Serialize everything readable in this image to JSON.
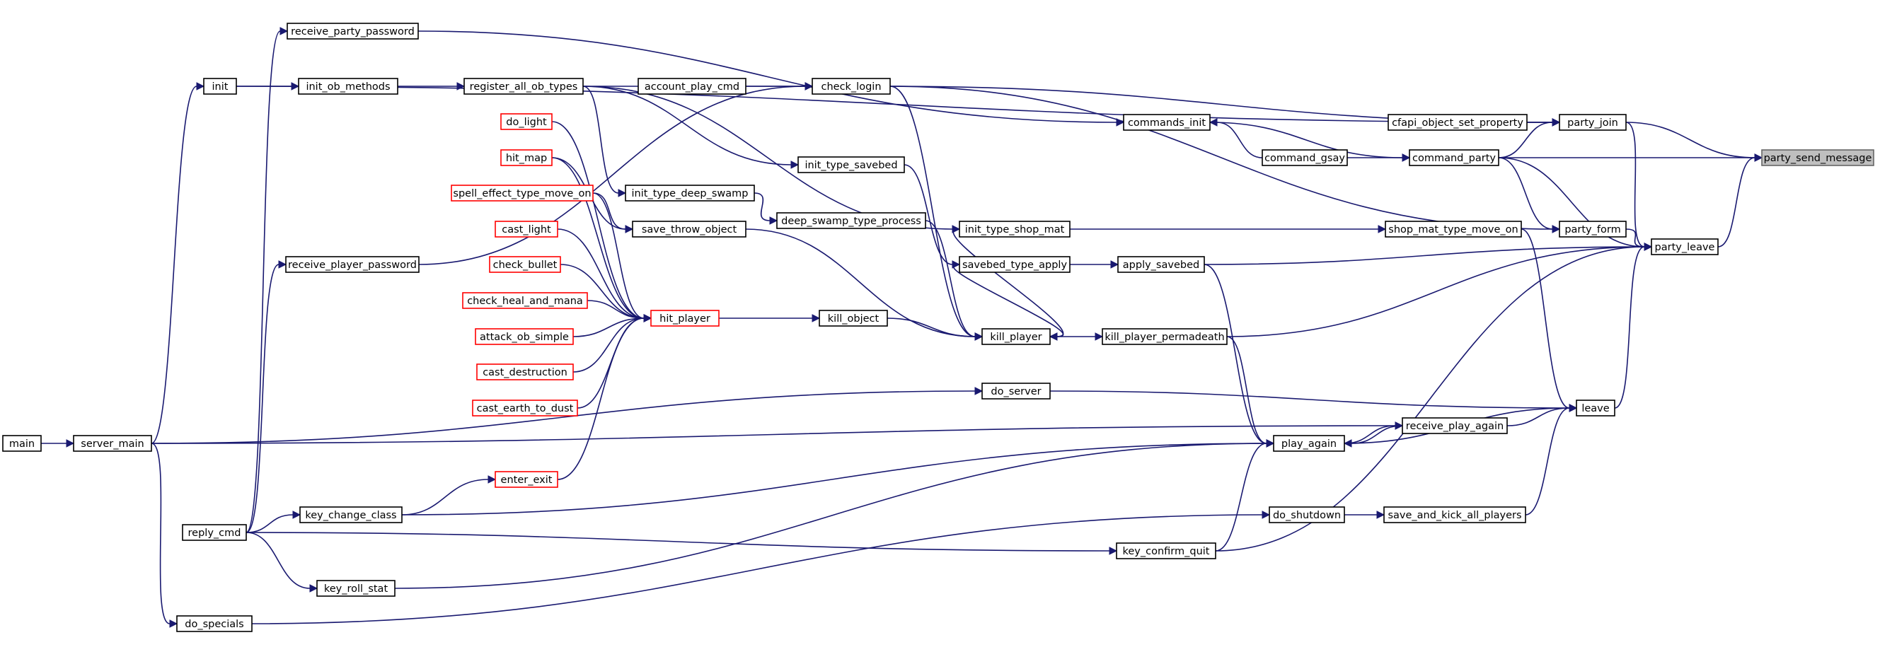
{
  "graph": {
    "accent_color": "#191970",
    "truncated_node_color": "#ff0000",
    "target_node_fill": "#bfbfbf",
    "nodes": [
      {
        "id": "main",
        "label": "main"
      },
      {
        "id": "server_main",
        "label": "server_main"
      },
      {
        "id": "init",
        "label": "init"
      },
      {
        "id": "reply_cmd",
        "label": "reply_cmd"
      },
      {
        "id": "do_specials",
        "label": "do_specials"
      },
      {
        "id": "receive_party_password",
        "label": "receive_party_password"
      },
      {
        "id": "init_ob_methods",
        "label": "init_ob_methods"
      },
      {
        "id": "receive_player_password",
        "label": "receive_player_password"
      },
      {
        "id": "key_change_class",
        "label": "key_change_class"
      },
      {
        "id": "key_roll_stat",
        "label": "key_roll_stat"
      },
      {
        "id": "register_all_ob_types",
        "label": "register_all_ob_types"
      },
      {
        "id": "do_light",
        "label": "do_light",
        "truncated": true
      },
      {
        "id": "hit_map",
        "label": "hit_map",
        "truncated": true
      },
      {
        "id": "spell_effect_type_move_on",
        "label": "spell_effect_type_move_on",
        "truncated": true
      },
      {
        "id": "cast_light",
        "label": "cast_light",
        "truncated": true
      },
      {
        "id": "check_bullet",
        "label": "check_bullet",
        "truncated": true
      },
      {
        "id": "check_heal_and_mana",
        "label": "check_heal_and_mana",
        "truncated": true
      },
      {
        "id": "attack_ob_simple",
        "label": "attack_ob_simple",
        "truncated": true
      },
      {
        "id": "cast_destruction",
        "label": "cast_destruction",
        "truncated": true
      },
      {
        "id": "cast_earth_to_dust",
        "label": "cast_earth_to_dust",
        "truncated": true
      },
      {
        "id": "enter_exit",
        "label": "enter_exit",
        "truncated": true
      },
      {
        "id": "account_play_cmd",
        "label": "account_play_cmd"
      },
      {
        "id": "init_type_deep_swamp",
        "label": "init_type_deep_swamp"
      },
      {
        "id": "save_throw_object",
        "label": "save_throw_object"
      },
      {
        "id": "hit_player",
        "label": "hit_player",
        "truncated": true
      },
      {
        "id": "check_login",
        "label": "check_login"
      },
      {
        "id": "init_type_savebed",
        "label": "init_type_savebed"
      },
      {
        "id": "deep_swamp_type_process",
        "label": "deep_swamp_type_process"
      },
      {
        "id": "kill_object",
        "label": "kill_object"
      },
      {
        "id": "do_server",
        "label": "do_server"
      },
      {
        "id": "init_type_shop_mat",
        "label": "init_type_shop_mat"
      },
      {
        "id": "savebed_type_apply",
        "label": "savebed_type_apply"
      },
      {
        "id": "kill_player",
        "label": "kill_player"
      },
      {
        "id": "commands_init",
        "label": "commands_init"
      },
      {
        "id": "apply_savebed",
        "label": "apply_savebed"
      },
      {
        "id": "kill_player_permadeath",
        "label": "kill_player_permadeath"
      },
      {
        "id": "key_confirm_quit",
        "label": "key_confirm_quit"
      },
      {
        "id": "command_gsay",
        "label": "command_gsay"
      },
      {
        "id": "play_again",
        "label": "play_again"
      },
      {
        "id": "do_shutdown",
        "label": "do_shutdown"
      },
      {
        "id": "cfapi_object_set_property",
        "label": "cfapi_object_set_property"
      },
      {
        "id": "command_party",
        "label": "command_party"
      },
      {
        "id": "shop_mat_type_move_on",
        "label": "shop_mat_type_move_on"
      },
      {
        "id": "receive_play_again",
        "label": "receive_play_again"
      },
      {
        "id": "save_and_kick_all_players",
        "label": "save_and_kick_all_players"
      },
      {
        "id": "party_join",
        "label": "party_join"
      },
      {
        "id": "party_form",
        "label": "party_form"
      },
      {
        "id": "leave",
        "label": "leave"
      },
      {
        "id": "party_leave",
        "label": "party_leave"
      },
      {
        "id": "party_send_message",
        "label": "party_send_message",
        "target": true
      }
    ],
    "edges": [
      {
        "from": "main",
        "to": "server_main"
      },
      {
        "from": "server_main",
        "to": "init"
      },
      {
        "from": "reply_cmd",
        "to": "receive_party_password"
      },
      {
        "from": "reply_cmd",
        "to": "receive_player_password"
      },
      {
        "from": "reply_cmd",
        "to": "key_change_class"
      },
      {
        "from": "reply_cmd",
        "to": "key_roll_stat"
      },
      {
        "from": "server_main",
        "to": "do_specials"
      },
      {
        "from": "init",
        "to": "init_ob_methods"
      },
      {
        "from": "init_ob_methods",
        "to": "register_all_ob_types"
      },
      {
        "from": "account_play_cmd",
        "to": "check_login"
      },
      {
        "from": "register_all_ob_types",
        "to": "check_login"
      },
      {
        "from": "receive_player_password",
        "to": "check_login"
      },
      {
        "from": "check_login",
        "to": "party_join"
      },
      {
        "from": "check_login",
        "to": "kill_player"
      },
      {
        "from": "check_login",
        "to": "party_form"
      },
      {
        "from": "init",
        "to": "party_join"
      },
      {
        "from": "receive_party_password",
        "to": "commands_init"
      },
      {
        "from": "commands_init",
        "to": "command_party"
      },
      {
        "from": "command_gsay",
        "to": "command_party"
      },
      {
        "from": "command_gsay",
        "to": "commands_init"
      },
      {
        "from": "cfapi_object_set_property",
        "to": "party_join"
      },
      {
        "from": "command_party",
        "to": "party_join"
      },
      {
        "from": "command_party",
        "to": "party_form"
      },
      {
        "from": "command_party",
        "to": "party_leave"
      },
      {
        "from": "command_party",
        "to": "party_send_message"
      },
      {
        "from": "party_join",
        "to": "party_send_message"
      },
      {
        "from": "party_join",
        "to": "party_leave"
      },
      {
        "from": "party_form",
        "to": "party_leave"
      },
      {
        "from": "party_leave",
        "to": "party_send_message"
      },
      {
        "from": "leave",
        "to": "party_leave"
      },
      {
        "from": "save_and_kick_all_players",
        "to": "leave"
      },
      {
        "from": "receive_play_again",
        "to": "leave"
      },
      {
        "from": "do_server",
        "to": "leave"
      },
      {
        "from": "shop_mat_type_move_on",
        "to": "leave"
      },
      {
        "from": "play_again",
        "to": "leave"
      },
      {
        "from": "do_shutdown",
        "to": "save_and_kick_all_players"
      },
      {
        "from": "key_confirm_quit",
        "to": "party_leave"
      },
      {
        "from": "key_confirm_quit",
        "to": "play_again"
      },
      {
        "from": "do_specials",
        "to": "do_shutdown"
      },
      {
        "from": "reply_cmd",
        "to": "key_confirm_quit"
      },
      {
        "from": "server_main",
        "to": "do_server"
      },
      {
        "from": "server_main",
        "to": "receive_play_again"
      },
      {
        "from": "receive_play_again",
        "to": "play_again"
      },
      {
        "from": "play_again",
        "to": "receive_play_again"
      },
      {
        "from": "key_change_class",
        "to": "play_again"
      },
      {
        "from": "key_roll_stat",
        "to": "play_again"
      },
      {
        "from": "kill_player_permadeath",
        "to": "play_again"
      },
      {
        "from": "apply_savebed",
        "to": "play_again"
      },
      {
        "from": "kill_player",
        "to": "kill_player_permadeath"
      },
      {
        "from": "kill_player_permadeath",
        "to": "party_leave"
      },
      {
        "from": "kill_object",
        "to": "kill_player"
      },
      {
        "from": "deep_swamp_type_process",
        "to": "kill_player"
      },
      {
        "from": "init_type_shop_mat",
        "to": "kill_player"
      },
      {
        "from": "savebed_type_apply",
        "to": "kill_player"
      },
      {
        "from": "save_throw_object",
        "to": "kill_player"
      },
      {
        "from": "hit_player",
        "to": "kill_object"
      },
      {
        "from": "do_light",
        "to": "hit_player"
      },
      {
        "from": "hit_map",
        "to": "hit_player"
      },
      {
        "from": "spell_effect_type_move_on",
        "to": "hit_player"
      },
      {
        "from": "cast_light",
        "to": "hit_player"
      },
      {
        "from": "check_bullet",
        "to": "hit_player"
      },
      {
        "from": "check_heal_and_mana",
        "to": "hit_player"
      },
      {
        "from": "attack_ob_simple",
        "to": "hit_player"
      },
      {
        "from": "cast_destruction",
        "to": "hit_player"
      },
      {
        "from": "cast_earth_to_dust",
        "to": "hit_player"
      },
      {
        "from": "enter_exit",
        "to": "hit_player"
      },
      {
        "from": "key_change_class",
        "to": "enter_exit"
      },
      {
        "from": "hit_map",
        "to": "save_throw_object"
      },
      {
        "from": "spell_effect_type_move_on",
        "to": "save_throw_object"
      },
      {
        "from": "register_all_ob_types",
        "to": "init_type_deep_swamp"
      },
      {
        "from": "register_all_ob_types",
        "to": "init_type_savebed"
      },
      {
        "from": "register_all_ob_types",
        "to": "init_type_shop_mat"
      },
      {
        "from": "init_type_deep_swamp",
        "to": "deep_swamp_type_process"
      },
      {
        "from": "init_type_savebed",
        "to": "savebed_type_apply"
      },
      {
        "from": "savebed_type_apply",
        "to": "apply_savebed"
      },
      {
        "from": "apply_savebed",
        "to": "party_leave"
      },
      {
        "from": "init_type_shop_mat",
        "to": "shop_mat_type_move_on"
      }
    ]
  }
}
